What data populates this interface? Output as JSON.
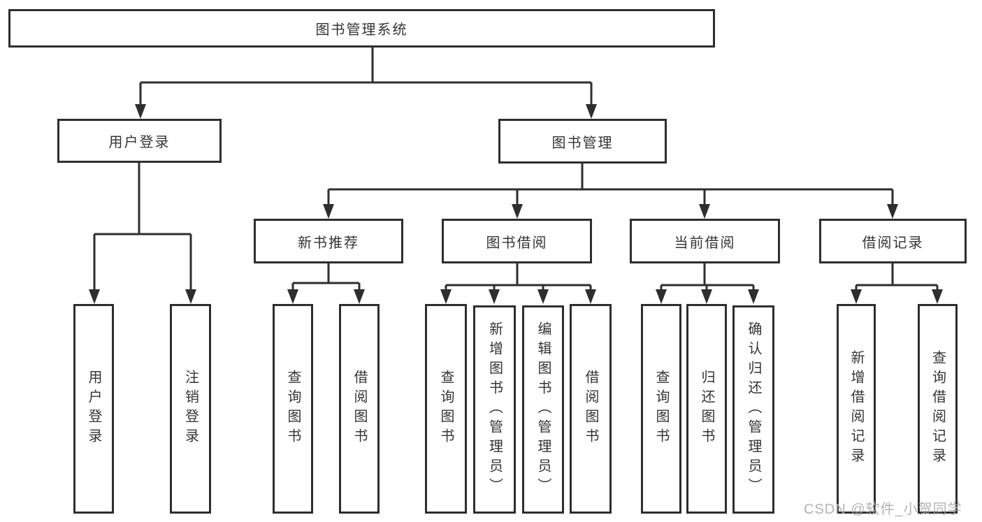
{
  "diagram_type": "hierarchy-tree",
  "line_color": "#2e2e2e",
  "tree": {
    "label": "图书管理系统",
    "children": [
      {
        "label": "用户登录",
        "children": [
          {
            "label": "用户登录"
          },
          {
            "label": "注销登录"
          }
        ]
      },
      {
        "label": "图书管理",
        "children": [
          {
            "label": "新书推荐",
            "children": [
              {
                "label": "查询图书"
              },
              {
                "label": "借阅图书"
              }
            ]
          },
          {
            "label": "图书借阅",
            "children": [
              {
                "label": "查询图书"
              },
              {
                "label": "新增图书（管理员）"
              },
              {
                "label": "编辑图书（管理员）"
              },
              {
                "label": "借阅图书"
              }
            ]
          },
          {
            "label": "当前借阅",
            "children": [
              {
                "label": "查询图书"
              },
              {
                "label": "归还图书"
              },
              {
                "label": "确认归还（管理员）"
              }
            ]
          },
          {
            "label": "借阅记录",
            "children": [
              {
                "label": "新增借阅记录"
              },
              {
                "label": "查询借阅记录"
              }
            ]
          }
        ]
      }
    ]
  },
  "watermark": {
    "text": "CSDN @软件_小贺同学"
  }
}
